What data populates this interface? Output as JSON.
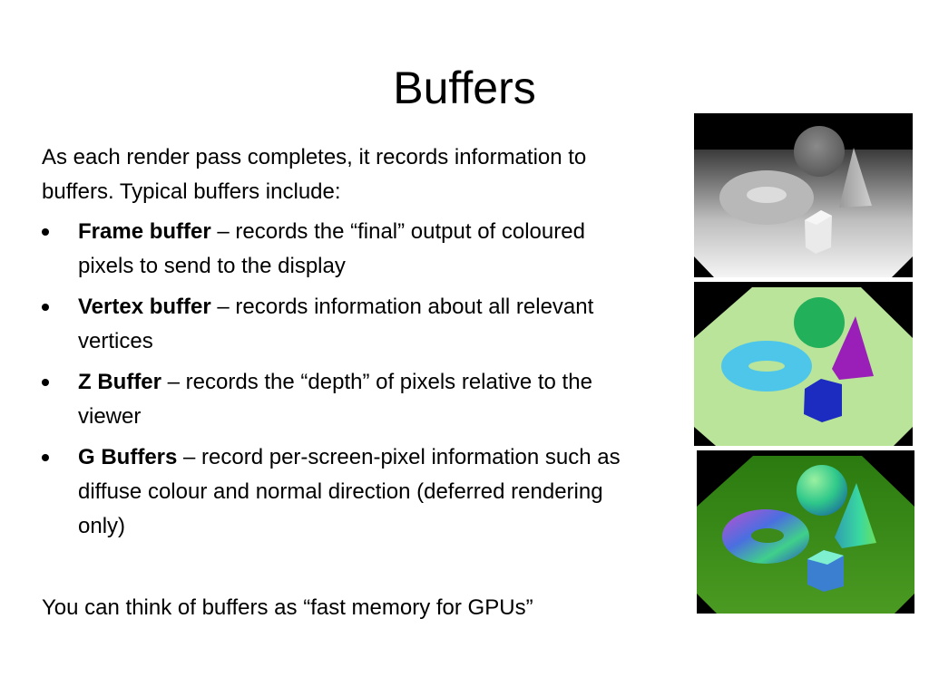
{
  "slide": {
    "title": "Buffers",
    "intro": "As each render pass completes, it records information to buffers. Typical buffers include:",
    "bullets": [
      {
        "term": "Frame buffer",
        "text": " – records the “final” output of coloured pixels to send to the display"
      },
      {
        "term": "Vertex buffer",
        "text": " – records information about all relevant vertices"
      },
      {
        "term": "Z Buffer",
        "text": " – records the “depth” of pixels relative to the viewer"
      },
      {
        "term": "G Buffers",
        "text": " – record per-screen-pixel information such as diffuse colour and normal direction (deferred rendering only)"
      }
    ],
    "closing": "You can think of buffers as “fast memory for GPUs”"
  },
  "images": {
    "depth_view": {
      "icon": "depth-buffer-render-image",
      "colors": {
        "bg": "#000000",
        "floor_far": "#444444",
        "floor_near": "#f2f2f2"
      }
    },
    "diffuse_view": {
      "icon": "diffuse-colour-render-image",
      "colors": {
        "floor": "#b9e49a",
        "torus": "#4ec6ea",
        "sphere": "#22b05a",
        "cone": "#9a1fb8",
        "cube": "#1c2bc0"
      }
    },
    "normal_view": {
      "icon": "normal-direction-render-image",
      "colors": {
        "floor": "#3c8a1a",
        "sphere": "#2fc88a",
        "cone": "#2bd0a0",
        "cube": "#3a7fd0"
      }
    }
  }
}
